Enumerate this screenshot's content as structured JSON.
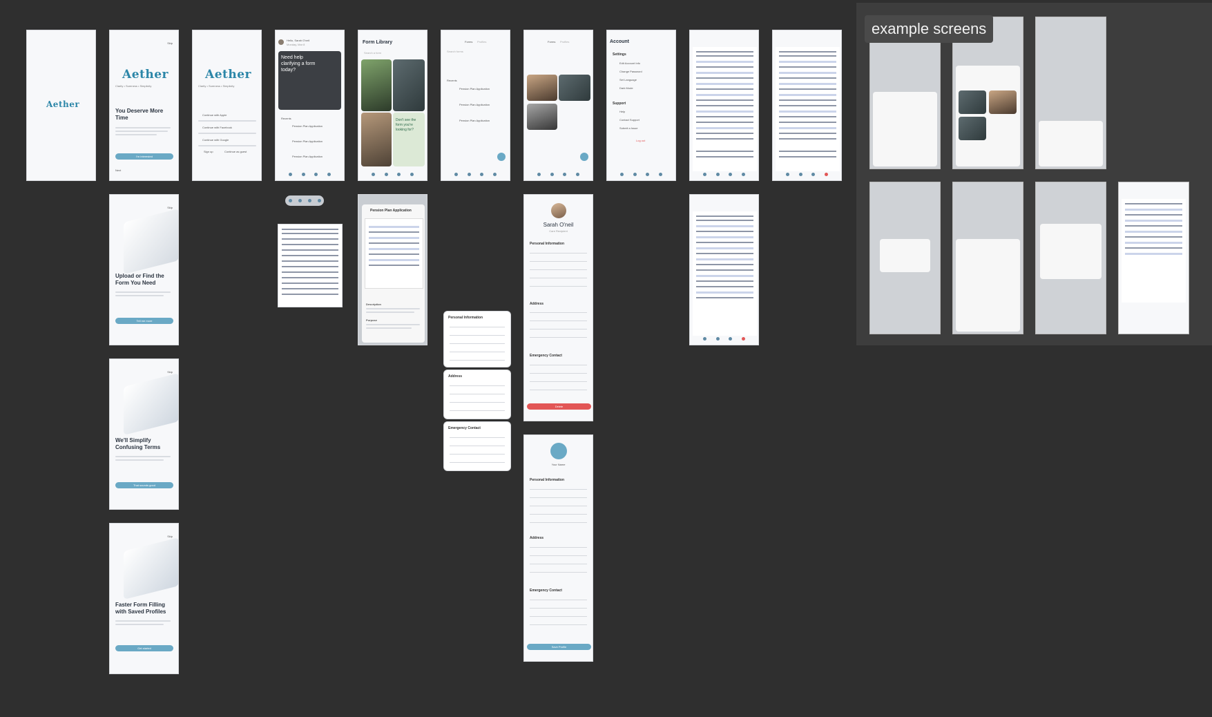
{
  "app": {
    "brand": "Aether",
    "brand_small": "Aether",
    "tagline": "Clarity • Sureness • Simplicity"
  },
  "overlay": {
    "title": "example screens"
  },
  "onboarding": {
    "skip": "Skip",
    "next": "Next",
    "hero1": "You Deserve More Time",
    "hero1_btn": "I'm interested",
    "hero2": "Upload or Find the Form You Need",
    "hero2_btn": "Tell me more",
    "hero3": "We'll Simplify Confusing Terms",
    "hero3_btn": "That sounds good",
    "hero4": "Faster Form Filling with Saved Profiles",
    "hero4_btn": "Get started"
  },
  "auth": {
    "apple": "Continue with Apple",
    "facebook": "Continue with Facebook",
    "google": "Continue with Google",
    "signup": "Sign up",
    "guest": "Continue as guest"
  },
  "home": {
    "greeting": "Hello, Sarah O'neil",
    "date": "Monday, Mar 8",
    "prompt": "Need help clarifying a form today?",
    "recents": "Recents",
    "recent_items": [
      "Pension Plan Application",
      "Pension Plan Application",
      "Pension Plan Application"
    ]
  },
  "library": {
    "title": "Form Library",
    "search": "Search a form",
    "card_text": "Don't see the form you're looking for?"
  },
  "files": {
    "tab_forms": "Forms",
    "tab_profiles": "Profiles",
    "search": "Search forms",
    "recents": "Recents",
    "items": [
      "Pension Plan Application",
      "Pension Plan Application",
      "Pension Plan Application"
    ]
  },
  "account": {
    "title": "Account",
    "settings": "Settings",
    "setting_items": [
      "Edit Account Info",
      "Change Password",
      "Set Language",
      "Dark Mode"
    ],
    "support": "Support",
    "support_items": [
      "Help",
      "Contact Support",
      "Submit a Issue"
    ],
    "logout": "Log out"
  },
  "profile": {
    "name": "Sarah O'neil",
    "role": "Care Recipient",
    "personal": "Personal Information",
    "address": "Address",
    "emergency": "Emergency Contact",
    "delete": "Delete",
    "save": "Save Profile",
    "new_name": "Your Name"
  },
  "form_card": {
    "title": "Pension Plan Application",
    "description": "Description",
    "purpose": "Purpose"
  }
}
